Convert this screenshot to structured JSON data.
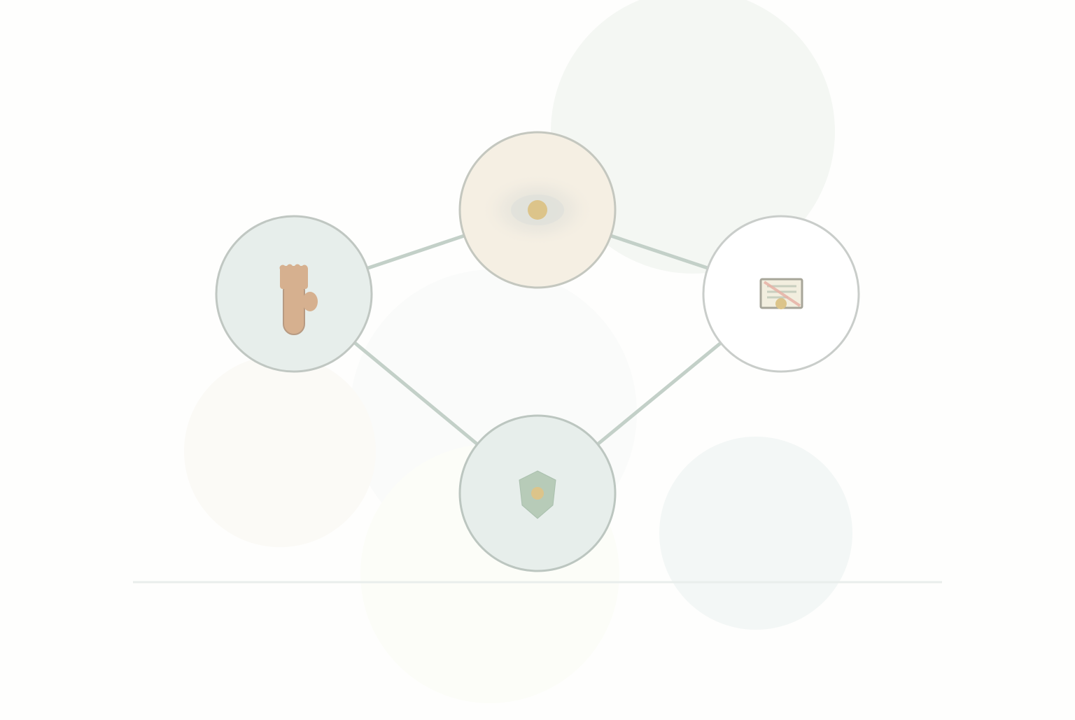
{
  "diagram": {
    "type": "network",
    "nodes": [
      {
        "id": "hand",
        "icon": "hand-icon",
        "fill": "#e7eeeb"
      },
      {
        "id": "eye",
        "icon": "eye-icon",
        "fill": "#f5efe3"
      },
      {
        "id": "certificate",
        "icon": "certificate-icon",
        "fill": "#ffffff"
      },
      {
        "id": "shield",
        "icon": "shield-icon",
        "fill": "#e7eeeb"
      }
    ],
    "edges": [
      {
        "from": "hand",
        "to": "eye"
      },
      {
        "from": "eye",
        "to": "certificate"
      },
      {
        "from": "certificate",
        "to": "shield"
      },
      {
        "from": "shield",
        "to": "hand"
      }
    ]
  },
  "colors": {
    "background": "#fefefd",
    "edge": "#c3d0c8",
    "node_stroke": "#c0c7c2",
    "accent_gold": "#dcc48a",
    "hand_tan": "#d6b08f",
    "shield_green": "#b7cbb8",
    "baseline": "#e9eeec"
  }
}
